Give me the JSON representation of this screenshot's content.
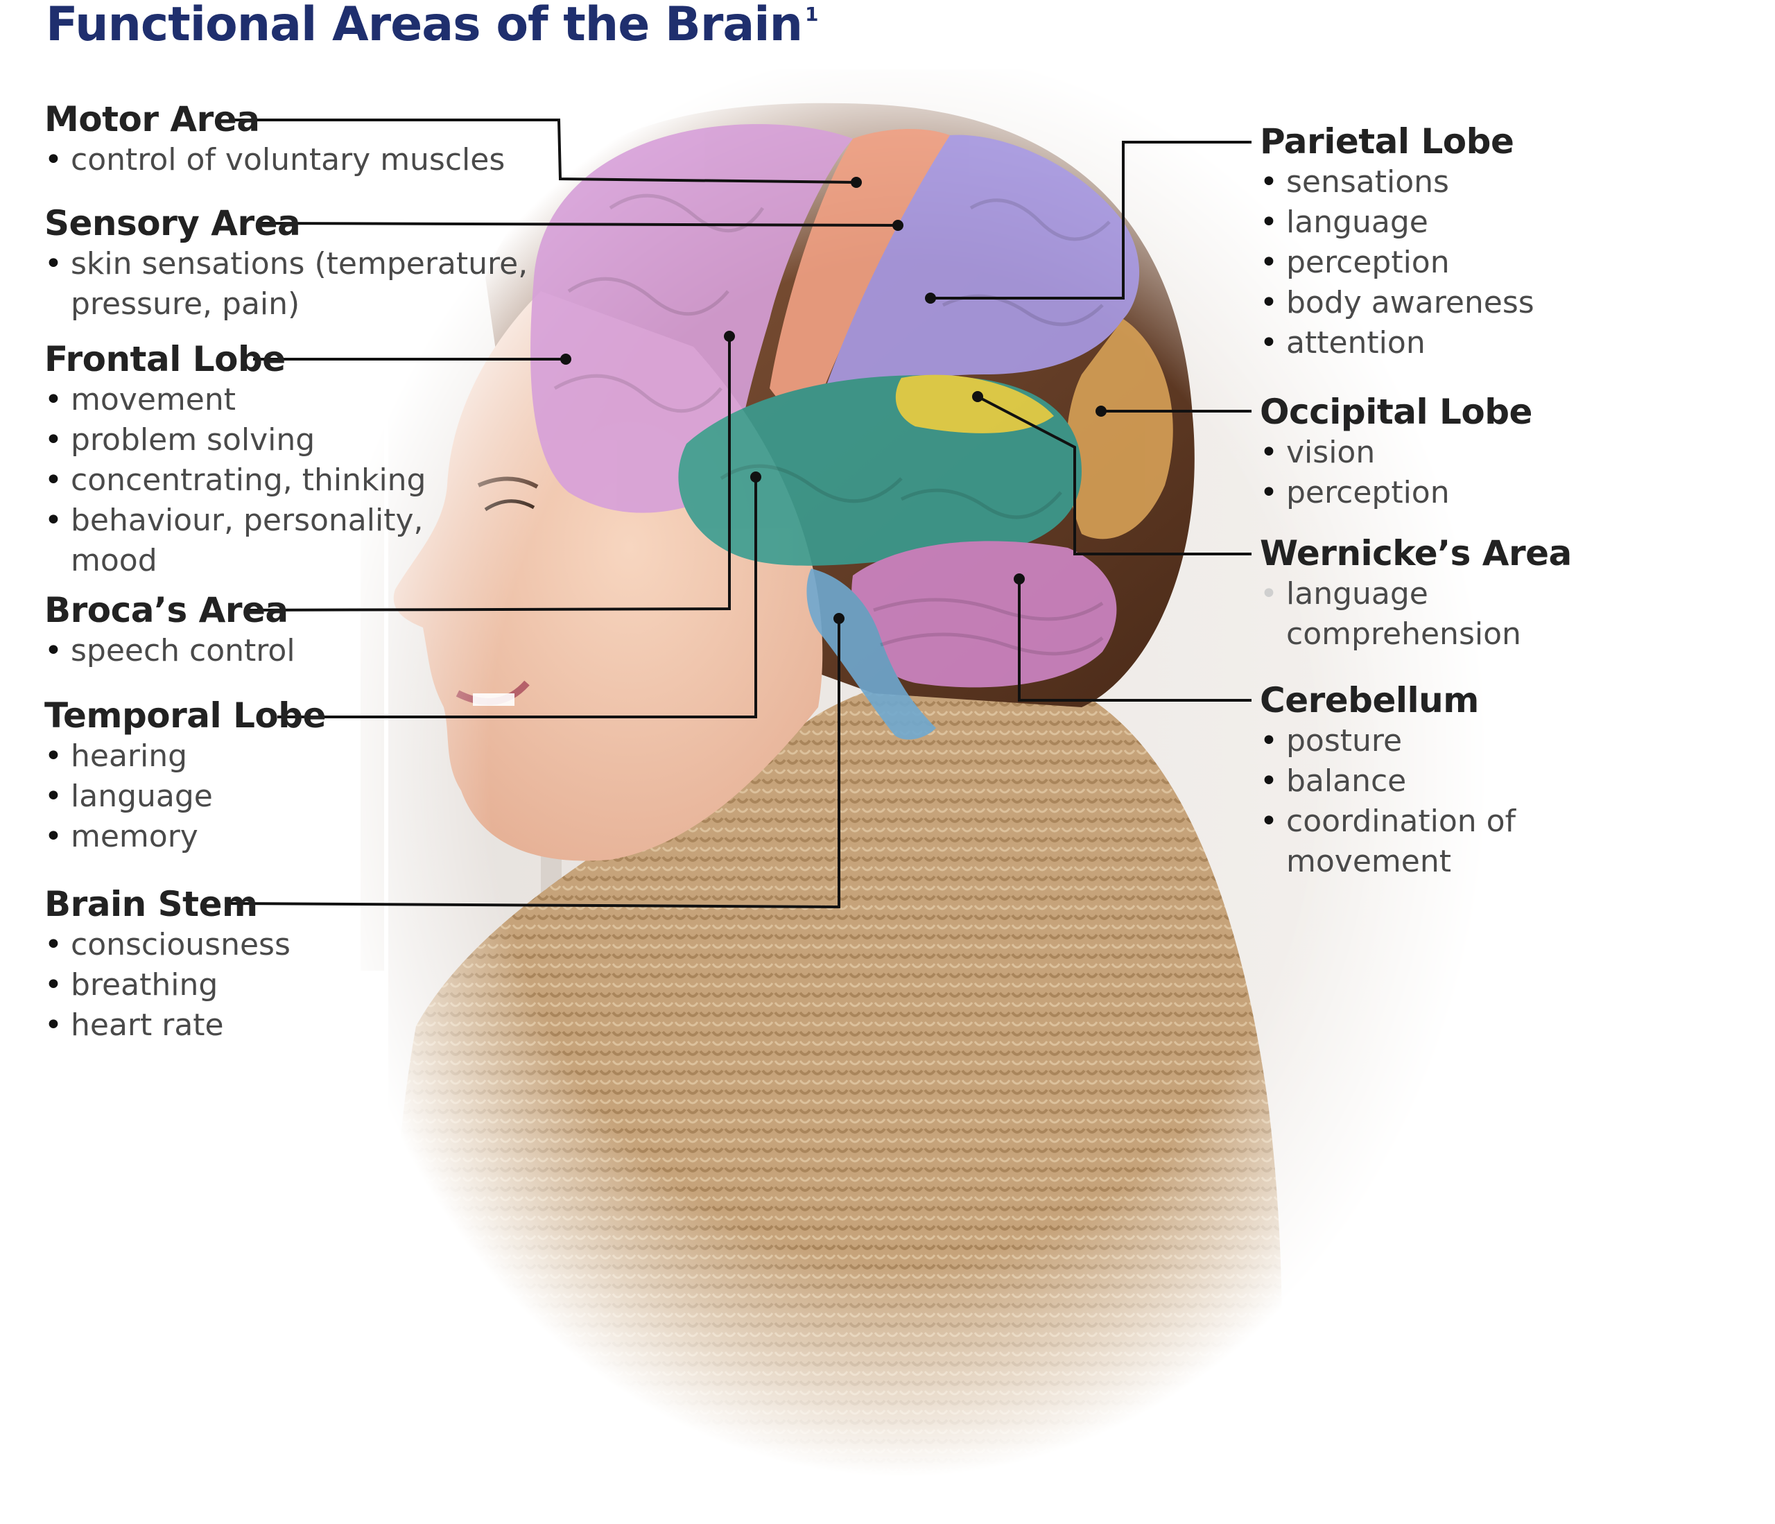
{
  "title": "Functional Areas of the Brain",
  "title_footnote": "1",
  "areas": [
    {
      "name": "Motor Area",
      "functions": [
        "control of voluntary muscles"
      ]
    },
    {
      "name": "Sensory Area",
      "functions": [
        "skin sensations (temperature,",
        "pressure, pain)"
      ]
    },
    {
      "name": "Frontal Lobe",
      "functions": [
        "movement",
        "problem solving",
        "concentrating, thinking",
        "behaviour, personality,",
        "mood"
      ]
    },
    {
      "name": "Broca’s Area",
      "functions": [
        "speech control"
      ]
    },
    {
      "name": "Temporal Lobe",
      "functions": [
        "hearing",
        "language",
        "memory"
      ]
    },
    {
      "name": "Brain Stem",
      "functions": [
        "consciousness",
        "breathing",
        "heart rate"
      ]
    },
    {
      "name": "Parietal Lobe",
      "functions": [
        "sensations",
        "language",
        "perception",
        "body awareness",
        "attention"
      ]
    },
    {
      "name": "Occipital Lobe",
      "functions": [
        "vision",
        "perception"
      ]
    },
    {
      "name": "Wernicke’s Area",
      "functions": [
        "language",
        "comprehension"
      ]
    },
    {
      "name": "Cerebellum",
      "functions": [
        "posture",
        "balance",
        "coordination of",
        "movement"
      ]
    }
  ],
  "region_colors": {
    "frontal_lobe": "#d7a0d9",
    "motor_area": "#f1a184",
    "sensory_area": "#e8a0c4",
    "parietal_lobe": "#a99be6",
    "occipital_lobe": "#d6a056",
    "temporal_lobe": "#3a9c90",
    "wernickes_area": "#e8d64a",
    "cerebellum": "#cf86c6",
    "brain_stem": "#6fa8cf"
  }
}
